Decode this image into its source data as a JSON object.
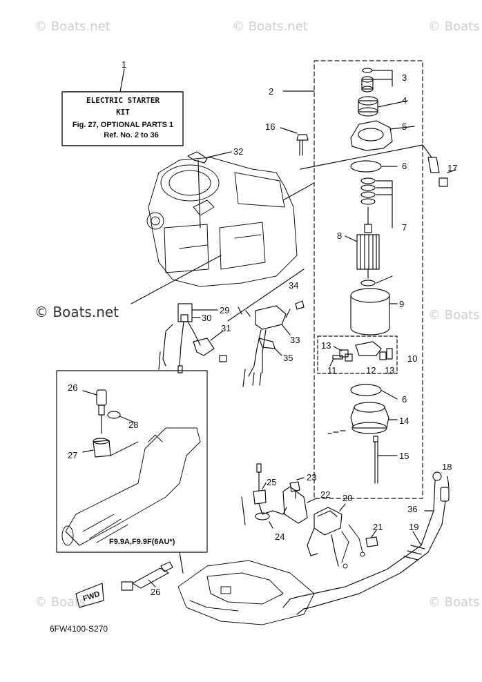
{
  "watermarks": {
    "top_left": "© Boats.net",
    "top_center": "© Boats.net",
    "top_right": "© Boats",
    "mid_left": "© Boats.net",
    "mid_right": "© Boats",
    "bottom_left": "© Boats",
    "bottom_right": "© Boats"
  },
  "kit_label": {
    "line1": "ELECTRIC STARTER",
    "line2": "KIT",
    "line3": "Fig. 27, OPTIONAL PARTS 1",
    "line4": "Ref. No. 2 to 36"
  },
  "inset_caption": "F9.9A,F9.9F(6AU*)",
  "fwd_label": "FWD",
  "diagram_code": "6FW4100-S270",
  "callouts": {
    "c1": "1",
    "c2": "2",
    "c3": "3",
    "c4": "4",
    "c5": "5",
    "c6a": "6",
    "c6b": "6",
    "c7": "7",
    "c8": "8",
    "c9": "9",
    "c10": "10",
    "c11": "11",
    "c12": "12",
    "c13a": "13",
    "c13b": "13",
    "c14": "14",
    "c15": "15",
    "c16": "16",
    "c17": "17",
    "c18": "18",
    "c19": "19",
    "c20": "20",
    "c21": "21",
    "c22": "22",
    "c23": "23",
    "c24": "24",
    "c25": "25",
    "c26a": "26",
    "c26b": "26",
    "c27": "27",
    "c28": "28",
    "c29": "29",
    "c30": "30",
    "c31": "31",
    "c32": "32",
    "c33": "33",
    "c34": "34",
    "c35": "35",
    "c36": "36"
  }
}
